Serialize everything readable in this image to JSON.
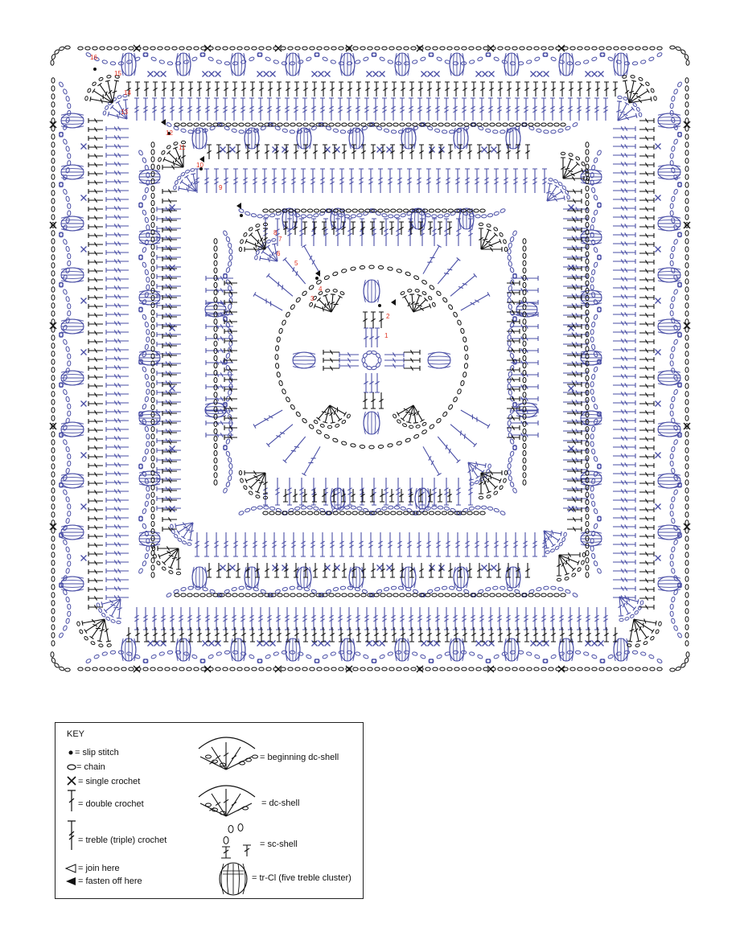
{
  "round_numbers": [
    "1",
    "2",
    "3",
    "4",
    "5",
    "6",
    "7",
    "8",
    "9",
    "10",
    "11",
    "12",
    "13",
    "14",
    "15",
    "16"
  ],
  "colors": {
    "black_rounds": "#111111",
    "blue_rounds": "#4a4fa6",
    "round_numbers": "#e0301e"
  },
  "key": {
    "title": "KEY",
    "entries": [
      {
        "name": "slip-stitch",
        "label": "= slip stitch",
        "icon": "filled-dot-icon"
      },
      {
        "name": "chain",
        "label": "= chain",
        "icon": "oval-icon"
      },
      {
        "name": "single-crochet",
        "label": "= single crochet",
        "icon": "x-icon"
      },
      {
        "name": "double-crochet",
        "label": "= double crochet",
        "icon": "double-crochet-icon"
      },
      {
        "name": "treble-crochet",
        "label": "= treble (triple) crochet",
        "icon": "treble-crochet-icon"
      },
      {
        "name": "join-here",
        "label": "= join here",
        "icon": "open-triangle-icon"
      },
      {
        "name": "fasten-off-here",
        "label": "= fasten off here",
        "icon": "filled-triangle-icon"
      },
      {
        "name": "beginning-dc-shell",
        "label": "= beginning dc-shell",
        "icon": "beginning-dc-shell-icon"
      },
      {
        "name": "dc-shell",
        "label": "= dc-shell",
        "icon": "dc-shell-icon"
      },
      {
        "name": "sc-shell",
        "label": "= sc-shell",
        "icon": "sc-shell-icon"
      },
      {
        "name": "tr-cl",
        "label": "= tr-Cl (five treble cluster)",
        "icon": "five-treble-cluster-icon"
      }
    ]
  }
}
